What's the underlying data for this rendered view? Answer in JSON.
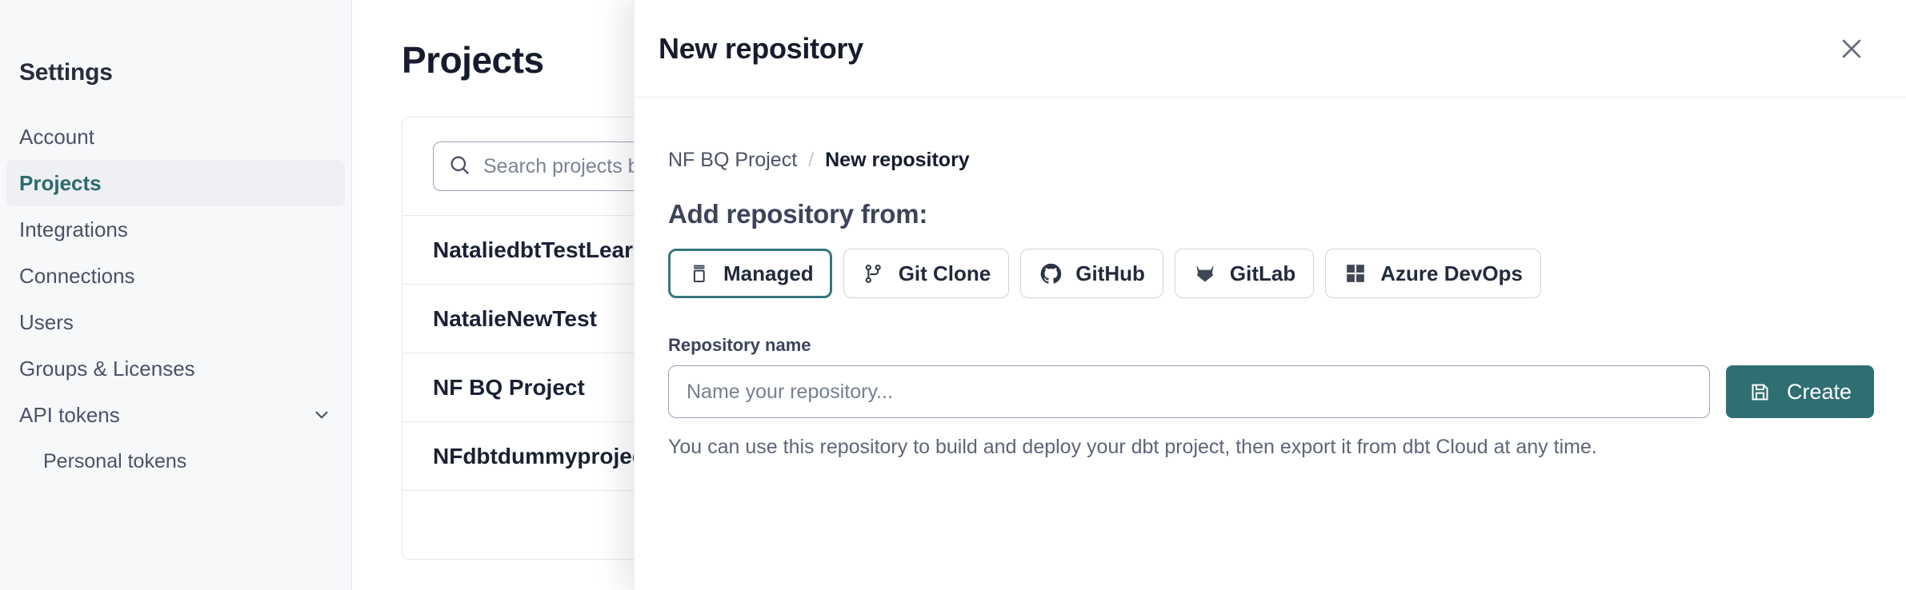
{
  "sidebar": {
    "title": "Settings",
    "items": [
      {
        "label": "Account",
        "active": false,
        "sub": false,
        "chevron": false
      },
      {
        "label": "Projects",
        "active": true,
        "sub": false,
        "chevron": false
      },
      {
        "label": "Integrations",
        "active": false,
        "sub": false,
        "chevron": false
      },
      {
        "label": "Connections",
        "active": false,
        "sub": false,
        "chevron": false
      },
      {
        "label": "Users",
        "active": false,
        "sub": false,
        "chevron": false
      },
      {
        "label": "Groups & Licenses",
        "active": false,
        "sub": false,
        "chevron": false
      },
      {
        "label": "API tokens",
        "active": false,
        "sub": false,
        "chevron": true
      },
      {
        "label": "Personal tokens",
        "active": false,
        "sub": true,
        "chevron": false
      }
    ]
  },
  "main": {
    "page_title": "Projects",
    "search": {
      "placeholder": "Search projects by name...",
      "value": "",
      "icon": "search-icon"
    },
    "projects": [
      {
        "name": "NataliedbtTestLearn Test"
      },
      {
        "name": "NatalieNewTest"
      },
      {
        "name": "NF BQ Project"
      },
      {
        "name": "NFdbtdummyproject"
      }
    ]
  },
  "panel": {
    "title": "New repository",
    "close_icon": "close-icon",
    "breadcrumb": {
      "parent": "NF BQ Project",
      "separator": "/",
      "current": "New repository"
    },
    "section_title": "Add repository from:",
    "sources": [
      {
        "label": "Managed",
        "icon": "database-stack-icon",
        "selected": true
      },
      {
        "label": "Git Clone",
        "icon": "git-branch-icon",
        "selected": false
      },
      {
        "label": "GitHub",
        "icon": "github-icon",
        "selected": false
      },
      {
        "label": "GitLab",
        "icon": "gitlab-icon",
        "selected": false
      },
      {
        "label": "Azure DevOps",
        "icon": "azure-devops-icon",
        "selected": false
      }
    ],
    "repository_name": {
      "label": "Repository name",
      "placeholder": "Name your repository...",
      "value": ""
    },
    "create_button": {
      "label": "Create",
      "icon": "save-icon"
    },
    "helper_text": "You can use this repository to build and deploy your dbt project, then export it from dbt Cloud at any time."
  },
  "colors": {
    "accent_teal": "#2f6f72",
    "selected_border": "#36777d",
    "sidebar_bg": "#f7f8fa",
    "text_dark": "#161c2d",
    "text_muted": "#5d6578"
  }
}
